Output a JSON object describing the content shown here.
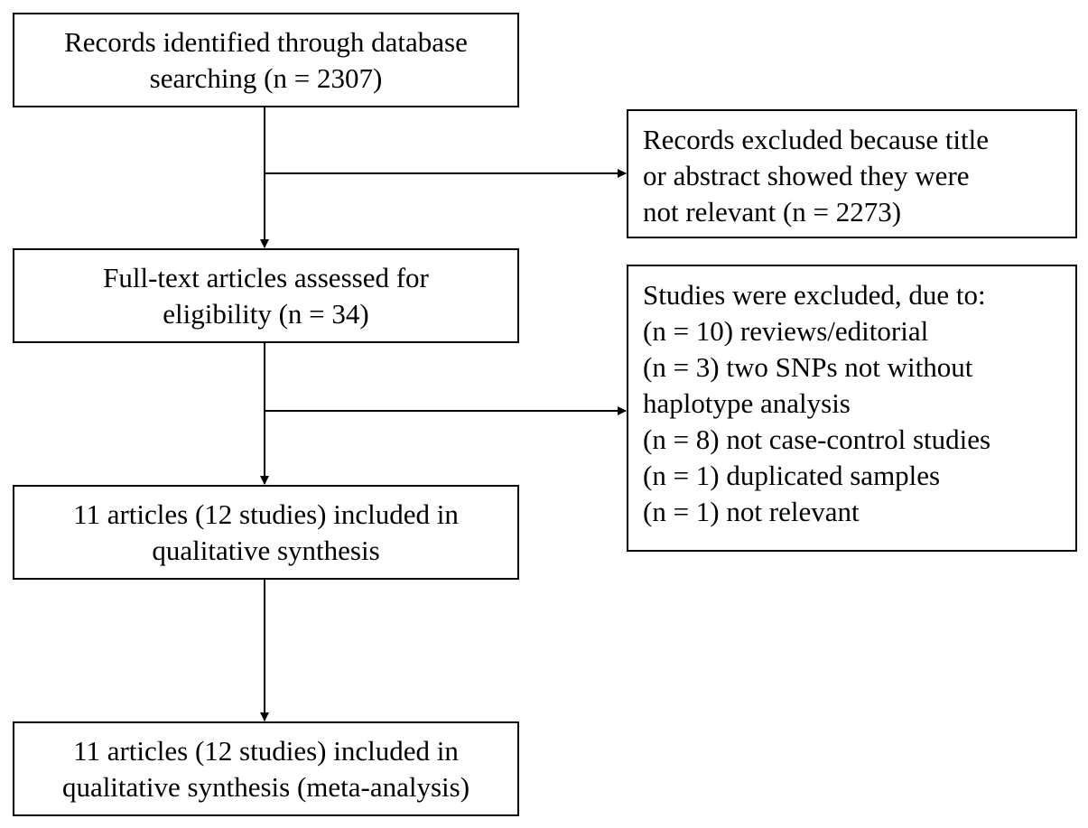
{
  "flowchart": {
    "main_boxes": [
      {
        "lines": [
          "Records identified through database",
          "searching (n = 2307)"
        ]
      },
      {
        "lines": [
          "Full-text articles assessed for",
          "eligibility (n = 34)"
        ]
      },
      {
        "lines": [
          "11 articles (12 studies) included in",
          "qualitative synthesis"
        ]
      },
      {
        "lines": [
          "11 articles (12 studies) included in",
          "qualitative synthesis (meta-analysis)"
        ]
      }
    ],
    "side_boxes": [
      {
        "lines": [
          "Records excluded because title",
          "or abstract showed they were",
          "not relevant (n = 2273)"
        ]
      },
      {
        "lines": [
          "Studies were excluded, due to:",
          "(n = 10) reviews/editorial",
          "(n = 3) two SNPs not without",
          "haplotype analysis",
          "(n = 8) not case-control studies",
          "(n = 1) duplicated samples",
          "(n = 1) not relevant"
        ]
      }
    ]
  }
}
